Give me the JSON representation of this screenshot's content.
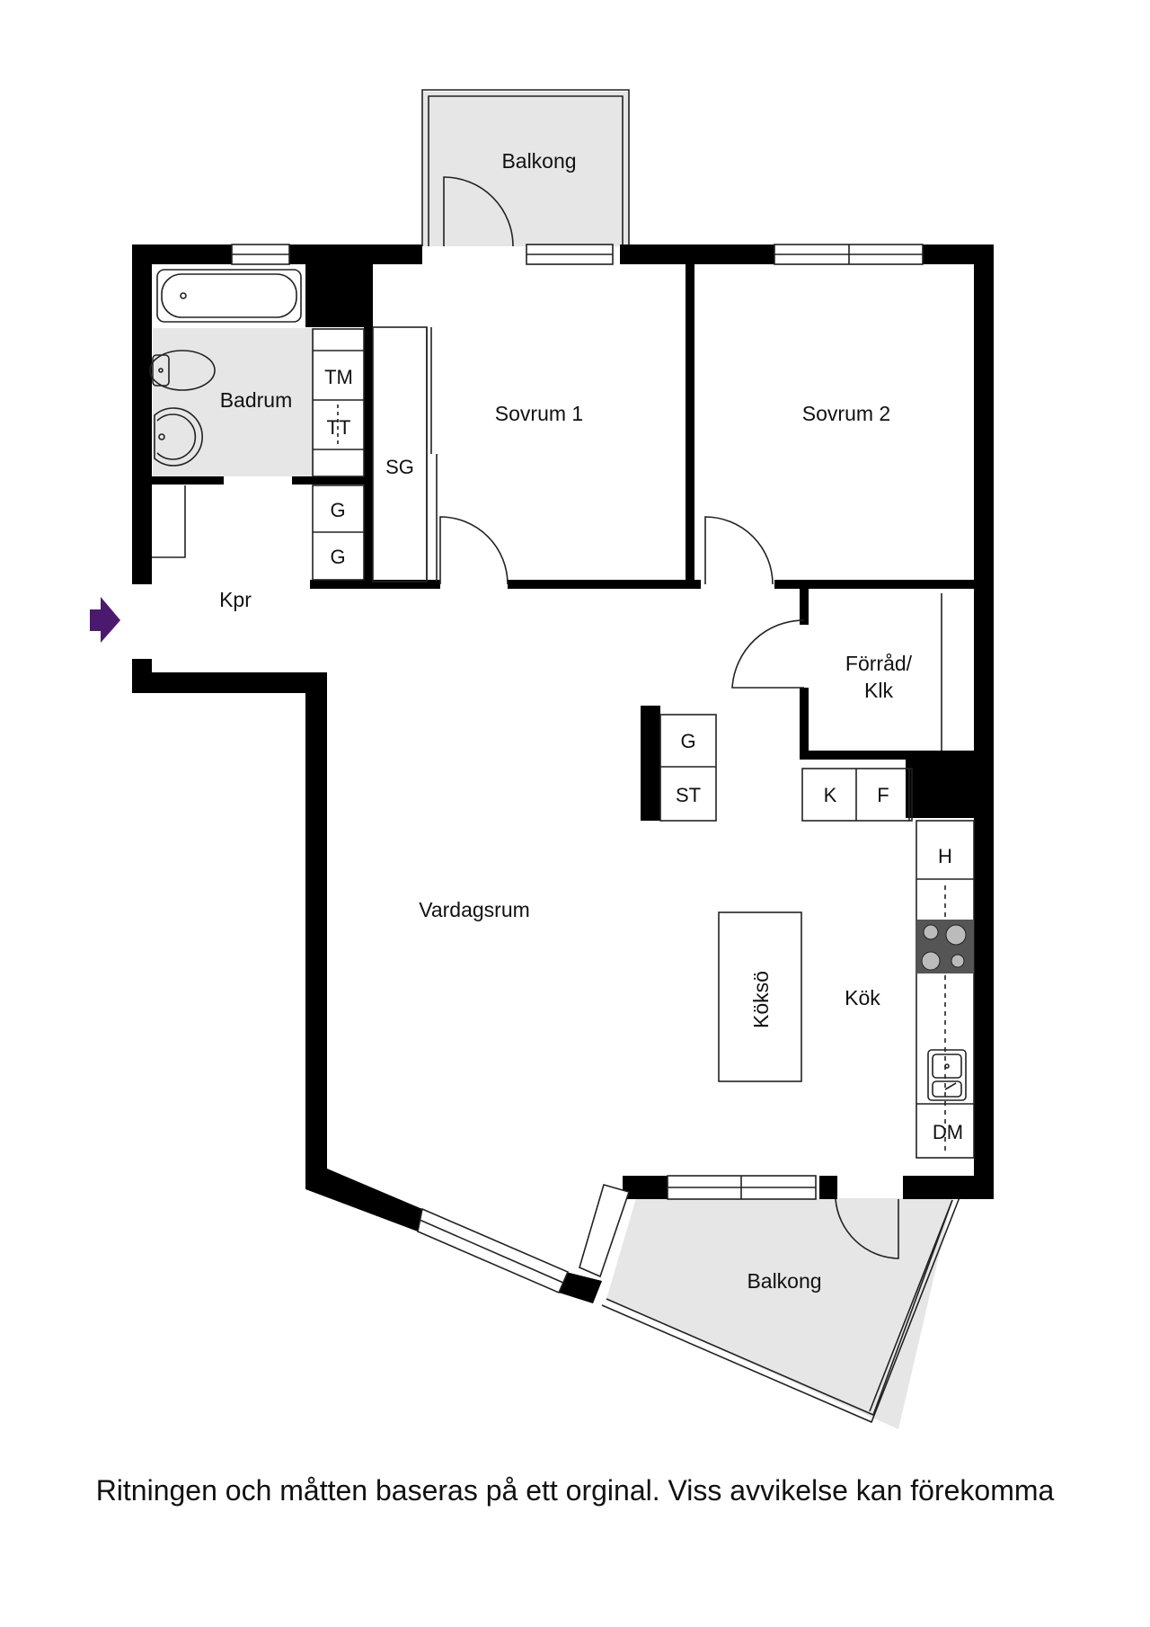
{
  "rooms": {
    "balkong_top": "Balkong",
    "sovrum1": "Sovrum 1",
    "sovrum2": "Sovrum 2",
    "badrum": "Badrum",
    "kpr": "Kpr",
    "forrad_line1": "Förråd/",
    "forrad_line2": "Klk",
    "vardagsrum": "Vardagsrum",
    "kok": "Kök",
    "koksö": "Köksö",
    "balkong_bottom": "Balkong"
  },
  "fixtures": {
    "tm": "TM",
    "tt": "TT",
    "sg": "SG",
    "g1": "G",
    "g2": "G",
    "g3": "G",
    "st": "ST",
    "k": "K",
    "f": "F",
    "h": "H",
    "dm": "DM"
  },
  "caption": "Ritningen och måtten baseras på ett orginal. Viss avvikelse kan förekomma",
  "colors": {
    "wall": "#000000",
    "balcony_fill": "#e6e6e6",
    "entry_arrow": "#4b1a6e"
  },
  "icons": {
    "entry": "entry-arrow-icon",
    "bathtub": "bathtub-icon",
    "toilet": "toilet-icon",
    "washbasin": "washbasin-icon",
    "stove": "stove-icon",
    "sink": "sink-icon"
  }
}
